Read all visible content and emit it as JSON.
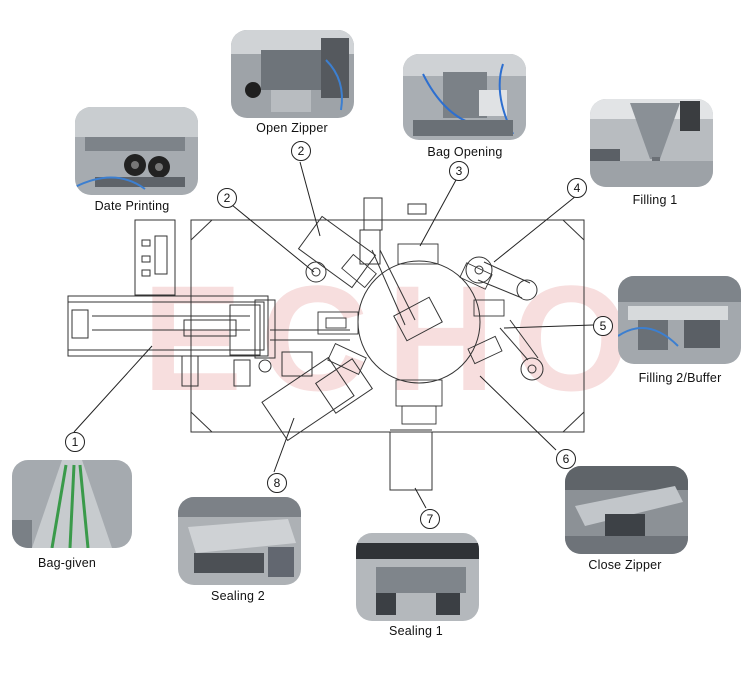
{
  "watermark": "ECHO",
  "stations": [
    {
      "id": "bag-given",
      "number": "1",
      "label": "Bag-given"
    },
    {
      "id": "open-zipper",
      "number": "2",
      "label": "Open Zipper"
    },
    {
      "id": "date-printing",
      "number": "2",
      "label": "Date Printing"
    },
    {
      "id": "bag-opening",
      "number": "3",
      "label": "Bag Opening"
    },
    {
      "id": "filling-1",
      "number": "4",
      "label": "Filling 1"
    },
    {
      "id": "filling-2-buffer",
      "number": "5",
      "label": "Filling 2/Buffer"
    },
    {
      "id": "close-zipper",
      "number": "6",
      "label": "Close Zipper"
    },
    {
      "id": "sealing-1",
      "number": "7",
      "label": "Sealing 1"
    },
    {
      "id": "sealing-2",
      "number": "8",
      "label": "Sealing 2"
    }
  ],
  "colors": {
    "line": "#333333",
    "photo_bg": "#8f949a",
    "watermark": "#f6d9d9"
  }
}
